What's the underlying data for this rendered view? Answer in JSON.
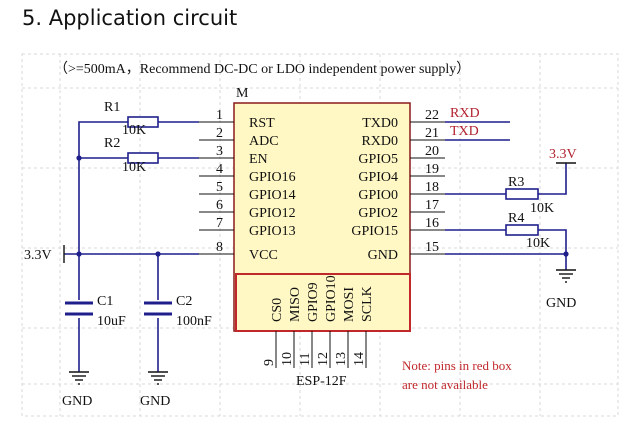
{
  "heading": "5. Application circuit",
  "subtitle": "（>=500mA，Recommend DC-DC or LDO independent power supply）",
  "module": {
    "designator": "M",
    "name": "ESP-12F",
    "left_pins": [
      {
        "num": "1",
        "label": "RST"
      },
      {
        "num": "2",
        "label": "ADC"
      },
      {
        "num": "3",
        "label": "EN"
      },
      {
        "num": "4",
        "label": "GPIO16"
      },
      {
        "num": "5",
        "label": "GPIO14"
      },
      {
        "num": "6",
        "label": "GPIO12"
      },
      {
        "num": "7",
        "label": "GPIO13"
      },
      {
        "num": "8",
        "label": "VCC"
      }
    ],
    "right_pins": [
      {
        "num": "22",
        "label": "TXD0"
      },
      {
        "num": "21",
        "label": "RXD0"
      },
      {
        "num": "20",
        "label": "GPIO5"
      },
      {
        "num": "19",
        "label": "GPIO4"
      },
      {
        "num": "18",
        "label": "GPIO0"
      },
      {
        "num": "17",
        "label": "GPIO2"
      },
      {
        "num": "16",
        "label": "GPIO15"
      },
      {
        "num": "15",
        "label": "GND"
      }
    ],
    "bottom_pins": [
      {
        "num": "9",
        "label": "CS0"
      },
      {
        "num": "10",
        "label": "MISO"
      },
      {
        "num": "11",
        "label": "GPIO9"
      },
      {
        "num": "12",
        "label": "GPIO10"
      },
      {
        "num": "13",
        "label": "MOSI"
      },
      {
        "num": "14",
        "label": "SCLK"
      }
    ]
  },
  "nets": {
    "rxd": "RXD",
    "txd": "TXD",
    "v33_left": "3.3V",
    "v33_right": "3.3V",
    "gnd": "GND"
  },
  "components": {
    "r1": {
      "ref": "R1",
      "value": "10K"
    },
    "r2": {
      "ref": "R2",
      "value": "10K"
    },
    "r3": {
      "ref": "R3",
      "value": "10K"
    },
    "r4": {
      "ref": "R4",
      "value": "10K"
    },
    "c1": {
      "ref": "C1",
      "value": "10uF"
    },
    "c2": {
      "ref": "C2",
      "value": "100nF"
    }
  },
  "note": {
    "line1": "Note: pins in red box",
    "line2": "are not available"
  },
  "colors": {
    "wire": "#1f1f8c",
    "body_fill": "#fff8c4",
    "body_stroke": "#8b1a1a",
    "net_red": "#b2222e",
    "note_red": "#c0282c",
    "grid": "#d8d8d8"
  }
}
